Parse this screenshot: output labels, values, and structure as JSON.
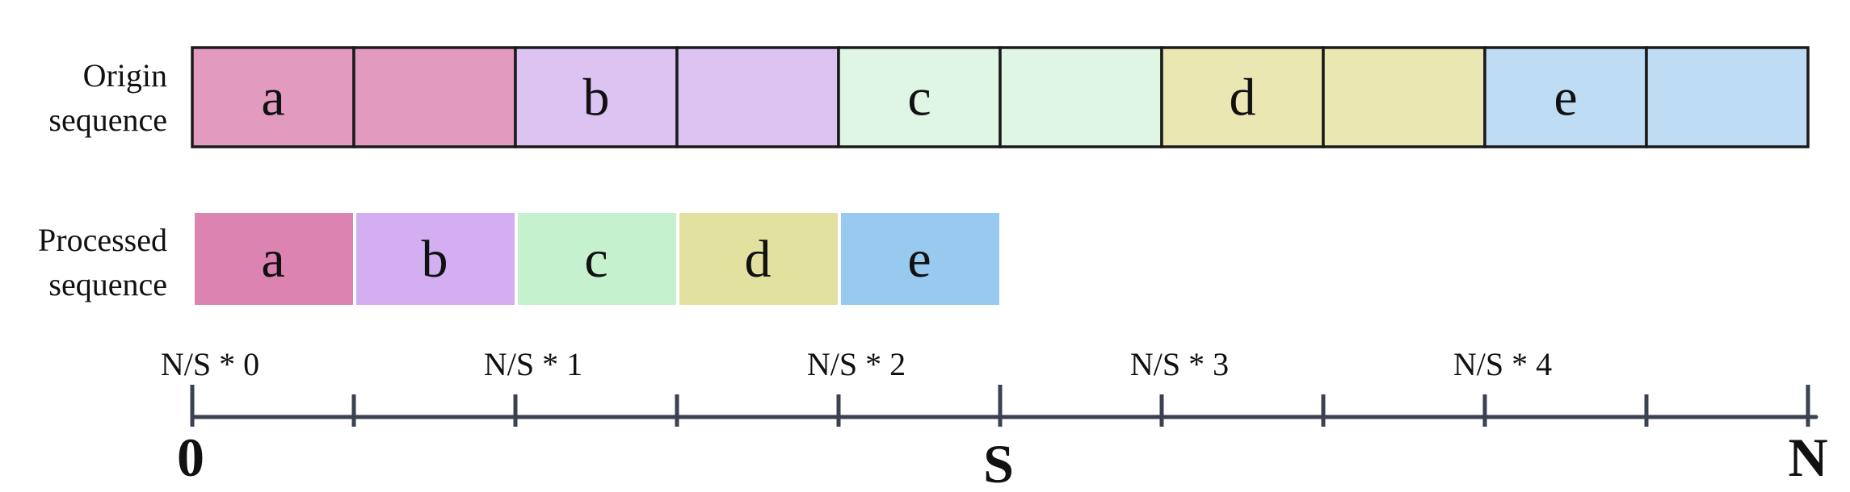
{
  "labels": {
    "origin": [
      "Origin",
      "sequence"
    ],
    "processed": [
      "Processed",
      "sequence"
    ]
  },
  "origin_sequence": {
    "cells": [
      {
        "letter": "a",
        "color": "#e29bbf"
      },
      {
        "letter": "",
        "color": "#e29bbf"
      },
      {
        "letter": "b",
        "color": "#dcc3f2"
      },
      {
        "letter": "",
        "color": "#dcc3f2"
      },
      {
        "letter": "c",
        "color": "#def6e3"
      },
      {
        "letter": "",
        "color": "#def6e3"
      },
      {
        "letter": "d",
        "color": "#eae7b2"
      },
      {
        "letter": "",
        "color": "#eae7b2"
      },
      {
        "letter": "e",
        "color": "#bfdcf5"
      },
      {
        "letter": "",
        "color": "#bfdcf5"
      }
    ]
  },
  "processed_sequence": {
    "cells": [
      {
        "letter": "a",
        "color": "#dd83b1"
      },
      {
        "letter": "b",
        "color": "#d3aef0"
      },
      {
        "letter": "c",
        "color": "#c5f1ce"
      },
      {
        "letter": "d",
        "color": "#e3e1a0"
      },
      {
        "letter": "e",
        "color": "#98c9ef"
      }
    ]
  },
  "axis": {
    "tick_count": 10,
    "marker_labels": [
      "N/S * 0",
      "N/S * 1",
      "N/S * 2",
      "N/S * 3",
      "N/S * 4"
    ],
    "start_label": "0",
    "mid_label": "S",
    "end_label": "N",
    "color": "#3a4150"
  }
}
